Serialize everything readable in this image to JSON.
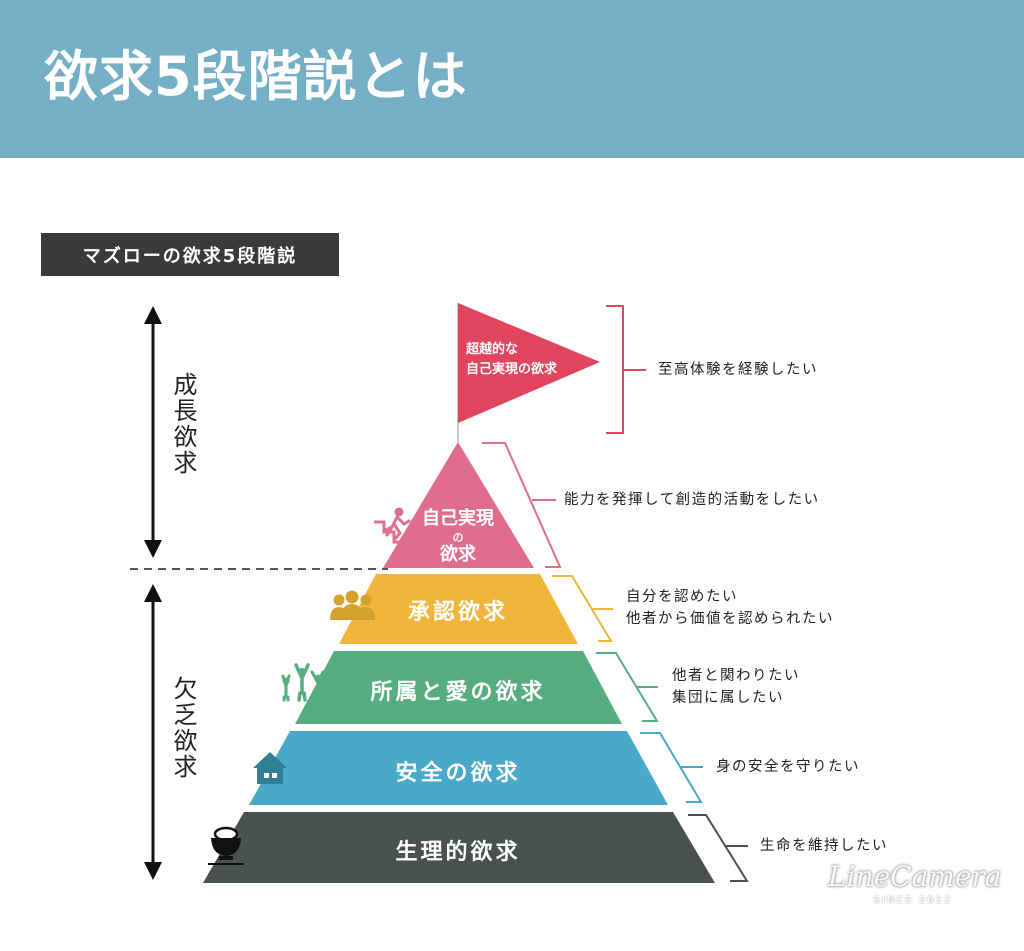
{
  "header": {
    "title": "欲求5段階説とは"
  },
  "subtitle": "マズローの欲求5段階説",
  "axis": {
    "growth_label": "成長欲求",
    "deficiency_label": "欠乏欲求"
  },
  "flag": {
    "line1": "超越的な",
    "line2": "自己実現の欲求",
    "color": "#e0445f"
  },
  "pyramid": {
    "self_actualization": {
      "line1": "自己実現",
      "line2": "の",
      "line3": "欲求",
      "color": "#df6d8e"
    },
    "esteem": {
      "label": "承認欲求",
      "color": "#f2b53b"
    },
    "belonging": {
      "label": "所属と愛の欲求",
      "color": "#56ad7f"
    },
    "safety": {
      "label": "安全の欲求",
      "color": "#4aa8c8"
    },
    "physiological": {
      "label": "生理的欲求",
      "color": "#4a524f"
    }
  },
  "descriptions": {
    "transcendence": "至高体験を経験したい",
    "self_actualization": "能力を発揮して創造的活動をしたい",
    "esteem_1": "自分を認めたい",
    "esteem_2": "他者から価値を認められたい",
    "belonging_1": "他者と関わりたい",
    "belonging_2": "集団に属したい",
    "safety": "身の安全を守りたい",
    "physiological": "生命を維持したい"
  },
  "watermark": {
    "main": "LineCamera",
    "sub": "SINCE 2012"
  }
}
